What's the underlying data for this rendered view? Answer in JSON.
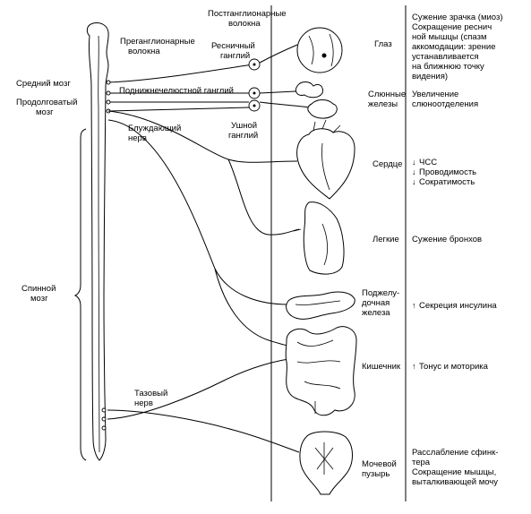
{
  "cns": {
    "midbrain": "Средний мозг",
    "medulla_line1": "Продолговатый",
    "medulla_line2": "мозг",
    "spinal_line1": "Спинной",
    "spinal_line2": "мозг"
  },
  "fibers": {
    "preganglionic_line1": "Преганглионарные",
    "preganglionic_line2": "волокна",
    "postganglionic_line1": "Постганглионарные",
    "postganglionic_line2": "волокна"
  },
  "ganglia": {
    "ciliary_line1": "Ресничный",
    "ciliary_line2": "ганглий",
    "submandibular": "Поднижнечелюстной ганглий",
    "otic_line1": "Ушной",
    "otic_line2": "ганглий"
  },
  "nerves": {
    "vagus_line1": "Блуждающий",
    "vagus_line2": "нерв",
    "pelvic_line1": "Тазовый",
    "pelvic_line2": "нерв"
  },
  "organs": [
    {
      "label_lines": [
        "Глаз"
      ],
      "effect_lines": [
        "Сужение зрачка (миоз)",
        "Сокращение реснич",
        "ной мышцы (спазм",
        "аккомодации: зрение",
        "устанавливается",
        "на ближнюю точку",
        "видения)"
      ],
      "effect_arrows": [
        "",
        "",
        "",
        "",
        "",
        "",
        ""
      ]
    },
    {
      "label_lines": [
        "Слюнные",
        "железы"
      ],
      "effect_lines": [
        "Увеличение",
        "слюноотделения"
      ],
      "effect_arrows": [
        "",
        ""
      ]
    },
    {
      "label_lines": [
        "Сердце"
      ],
      "effect_lines": [
        "ЧСС",
        "Проводимость",
        "Сократимость"
      ],
      "effect_arrows": [
        "↓",
        "↓",
        "↓"
      ]
    },
    {
      "label_lines": [
        "Легкие"
      ],
      "effect_lines": [
        "Сужение бронхов"
      ],
      "effect_arrows": [
        ""
      ]
    },
    {
      "label_lines": [
        "Поджелу-",
        "дочная",
        "железа"
      ],
      "effect_lines": [
        "Секреция инсулина"
      ],
      "effect_arrows": [
        "↑"
      ]
    },
    {
      "label_lines": [
        "Кишечник"
      ],
      "effect_lines": [
        "Тонус и моторика"
      ],
      "effect_arrows": [
        "↑"
      ]
    },
    {
      "label_lines": [
        "Мочевой",
        "пузырь"
      ],
      "effect_lines": [
        "Расслабление сфинк-",
        "тера",
        "Сокращение мышцы,",
        "выталкивающей мочу"
      ],
      "effect_arrows": [
        "",
        "",
        "",
        ""
      ]
    }
  ]
}
